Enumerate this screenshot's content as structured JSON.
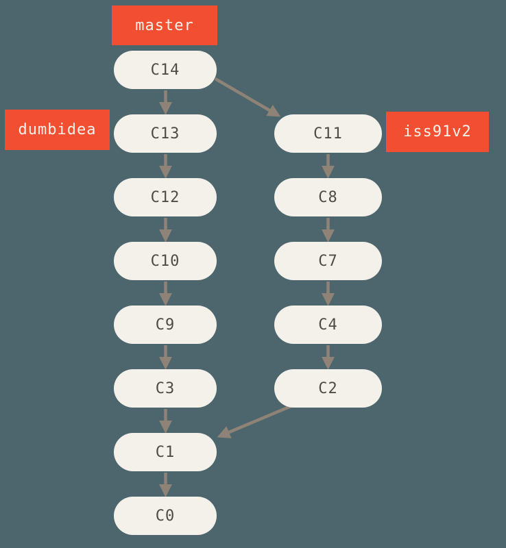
{
  "colors": {
    "background": "#4d666e",
    "commit_fill": "#f3f1e9",
    "commit_text": "#4e4a44",
    "arrow": "#8e8376",
    "branch_label_fill": "#f14e32",
    "branch_label_text": "#f6f2ea"
  },
  "branches": [
    {
      "name": "master",
      "points_to": "C14"
    },
    {
      "name": "dumbidea",
      "points_to": "C13"
    },
    {
      "name": "iss91v2",
      "points_to": "C11"
    }
  ],
  "commits": {
    "left": [
      {
        "label": "C14"
      },
      {
        "label": "C13"
      },
      {
        "label": "C12"
      },
      {
        "label": "C10"
      },
      {
        "label": "C9"
      },
      {
        "label": "C3"
      },
      {
        "label": "C1"
      },
      {
        "label": "C0"
      }
    ],
    "right": [
      {
        "label": "C11"
      },
      {
        "label": "C8"
      },
      {
        "label": "C7"
      },
      {
        "label": "C4"
      },
      {
        "label": "C2"
      }
    ]
  },
  "edges": [
    {
      "from": "C14",
      "to": "C13"
    },
    {
      "from": "C14",
      "to": "C11"
    },
    {
      "from": "C13",
      "to": "C12"
    },
    {
      "from": "C12",
      "to": "C10"
    },
    {
      "from": "C10",
      "to": "C9"
    },
    {
      "from": "C9",
      "to": "C3"
    },
    {
      "from": "C3",
      "to": "C1"
    },
    {
      "from": "C1",
      "to": "C0"
    },
    {
      "from": "C11",
      "to": "C8"
    },
    {
      "from": "C8",
      "to": "C7"
    },
    {
      "from": "C7",
      "to": "C4"
    },
    {
      "from": "C4",
      "to": "C2"
    },
    {
      "from": "C2",
      "to": "C1"
    }
  ]
}
